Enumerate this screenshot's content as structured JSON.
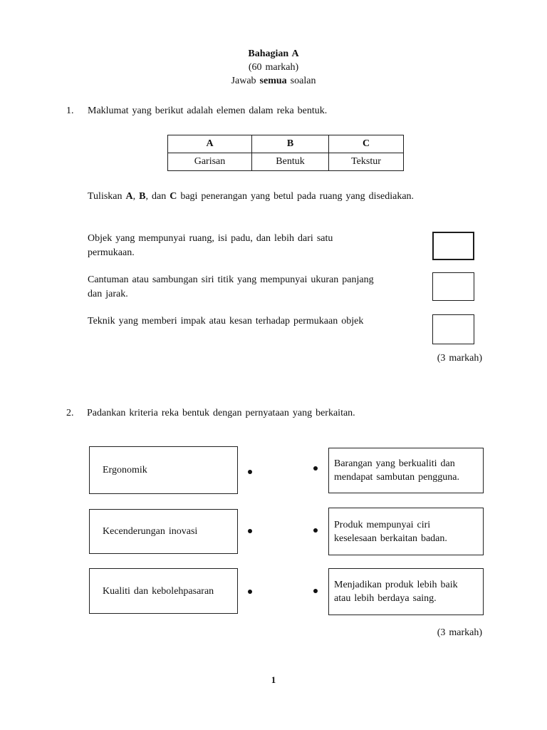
{
  "page": {
    "number_label": "1",
    "colors": {
      "paper": "#ffffff",
      "ink": "#111111",
      "border": "#1c1c1c"
    }
  },
  "header": {
    "title": "Bahagian A",
    "subtitle": "(60 markah)",
    "instruction_prefix": "Jawab ",
    "instruction_bold": "semua",
    "instruction_suffix": " soalan"
  },
  "q1": {
    "number": "1.",
    "text": "Maklumat yang berikut adalah elemen dalam reka bentuk.",
    "table": {
      "headers": [
        "A",
        "B",
        "C"
      ],
      "values": [
        "Garisan",
        "Bentuk",
        "Tekstur"
      ]
    },
    "instruction": {
      "p0": "Tuliskan ",
      "b1": "A",
      "p2": ", ",
      "b3": "B",
      "p4": ", dan ",
      "b5": "C",
      "p6": " bagi penerangan yang betul pada ruang yang disediakan."
    },
    "clues": [
      {
        "text": "Objek yang mempunyai ruang, isi padu, dan lebih dari satu\npermukaan."
      },
      {
        "text": "Cantuman atau sambungan siri titik yang mempunyai ukuran panjang\ndan jarak."
      },
      {
        "text": "Teknik yang memberi impak atau kesan terhadap permukaan objek"
      }
    ],
    "marks": "(3 markah)"
  },
  "q2": {
    "number": "2.",
    "text": "Padankan kriteria reka bentuk dengan pernyataan yang berkaitan.",
    "pairs": [
      {
        "left": "Ergonomik",
        "right": "Barangan yang berkualiti dan\nmendapat sambutan pengguna."
      },
      {
        "left": "Kecenderungan inovasi",
        "right": "Produk mempunyai ciri\nkeselesaan berkaitan badan."
      },
      {
        "left": "Kualiti dan kebolehpasaran",
        "right": "Menjadikan produk lebih baik\natau lebih berdaya saing."
      }
    ],
    "marks": "(3 markah)"
  }
}
